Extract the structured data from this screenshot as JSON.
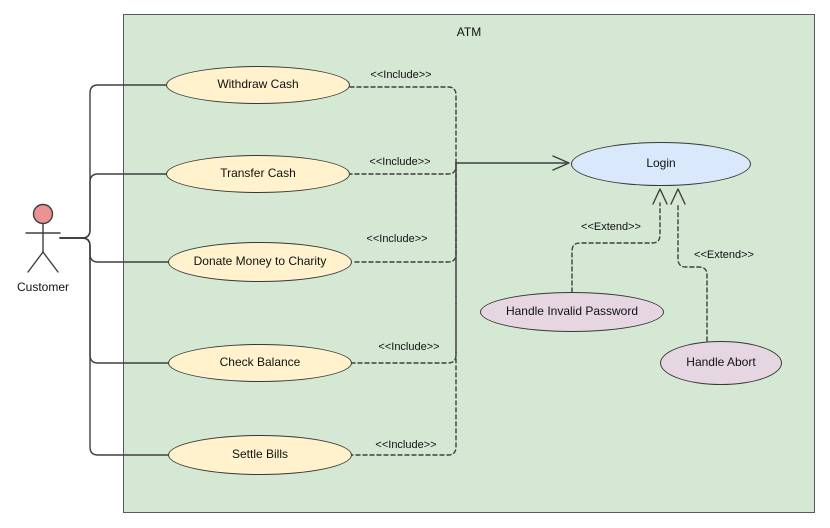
{
  "diagram": {
    "type": "uml-use-case-diagram",
    "system": {
      "title": "ATM"
    },
    "actor": {
      "label": "Customer"
    },
    "use_cases": [
      {
        "id": "withdraw-cash",
        "label": "Withdraw Cash"
      },
      {
        "id": "transfer-cash",
        "label": "Transfer Cash"
      },
      {
        "id": "donate-money-to-charity",
        "label": "Donate Money to Charity"
      },
      {
        "id": "check-balance",
        "label": "Check Balance"
      },
      {
        "id": "settle-bills",
        "label": "Settle Bills"
      },
      {
        "id": "login",
        "label": "Login"
      },
      {
        "id": "handle-invalid-password",
        "label": "Handle Invalid Password"
      },
      {
        "id": "handle-abort",
        "label": "Handle Abort"
      }
    ],
    "relationships": [
      {
        "from": "Withdraw Cash",
        "to": "Login",
        "type": "include",
        "label": "<<Include>>"
      },
      {
        "from": "Transfer Cash",
        "to": "Login",
        "type": "include",
        "label": "<<Include>>"
      },
      {
        "from": "Donate Money to Charity",
        "to": "Login",
        "type": "include",
        "label": "<<Include>>"
      },
      {
        "from": "Check Balance",
        "to": "Login",
        "type": "include",
        "label": "<<Include>>"
      },
      {
        "from": "Settle Bills",
        "to": "Login",
        "type": "include",
        "label": "<<Include>>"
      },
      {
        "from": "Handle Invalid Password",
        "to": "Login",
        "type": "extend",
        "label": "<<Extend>>"
      },
      {
        "from": "Handle Abort",
        "to": "Login",
        "type": "extend",
        "label": "<<Extend>>"
      }
    ],
    "actor_associations": [
      "Withdraw Cash",
      "Transfer Cash",
      "Donate Money to Charity",
      "Check Balance",
      "Settle Bills"
    ],
    "colors": {
      "boundary_fill": "#D5E8D4",
      "use_case_fill": "#FFF2CC",
      "login_fill": "#DAE8FC",
      "extension_fill": "#E6D6E2",
      "actor_head_fill": "#EB9393",
      "stroke": "#3F3F3F"
    }
  }
}
